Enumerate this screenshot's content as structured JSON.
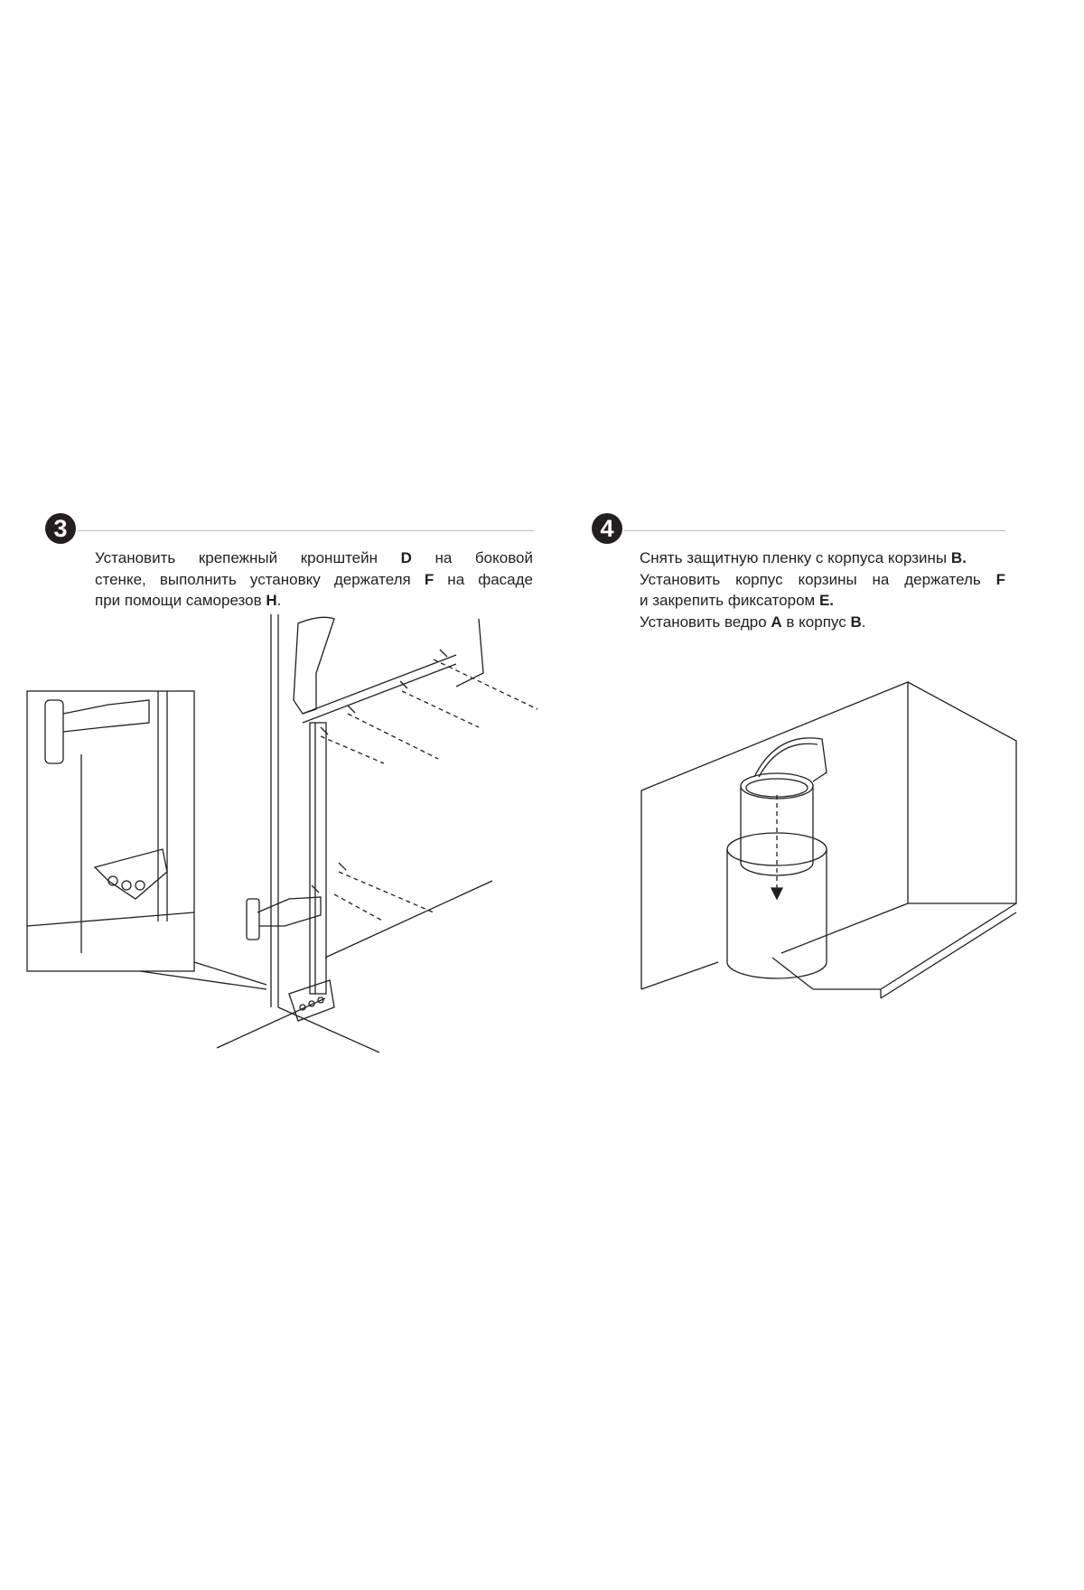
{
  "step3": {
    "number": "3",
    "lines": [
      [
        "Установить крепежный кронштейн ",
        "D",
        " на боковой"
      ],
      [
        "стенке, выполнить установку держателя ",
        "F",
        " на фасаде"
      ],
      [
        "при помощи саморезов ",
        "H",
        "."
      ]
    ]
  },
  "step4": {
    "number": "4",
    "lines": [
      [
        "Снять защитную пленку с корпуса корзины ",
        "B.",
        ""
      ],
      [
        "Установить корпус корзины на держатель ",
        "F",
        ""
      ],
      [
        "и закрепить фиксатором ",
        "E.",
        ""
      ],
      [
        "Установить ведро ",
        "A",
        " в корпус ",
        "B",
        "."
      ]
    ]
  }
}
